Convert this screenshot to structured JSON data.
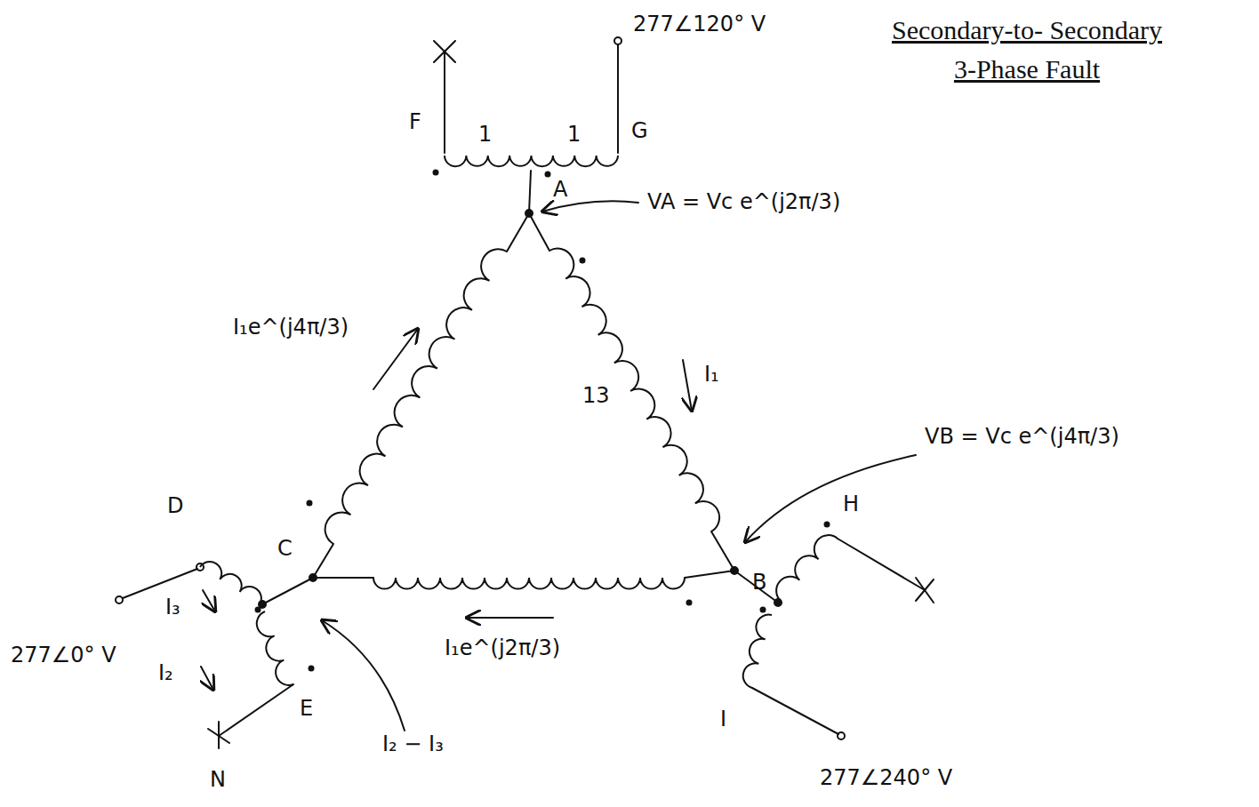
{
  "diagram": {
    "title": "Secondary-to- Secondary 3-Phase Fault",
    "labels": [
      "277∠120° V",
      "F",
      "1",
      "1",
      "G",
      "A",
      "VA = Vc e^(j2π/3)",
      "I₁e^(j4π/3)",
      "13",
      "I₁",
      "VB = Vc e^(j4π/3)",
      "H",
      "D",
      "C",
      "B",
      "I₃",
      "277∠0° V",
      "I₂",
      "E",
      "I₁e^(j2π/3)",
      "I",
      "N",
      "I₂ − I₃",
      "277∠240° V"
    ]
  }
}
